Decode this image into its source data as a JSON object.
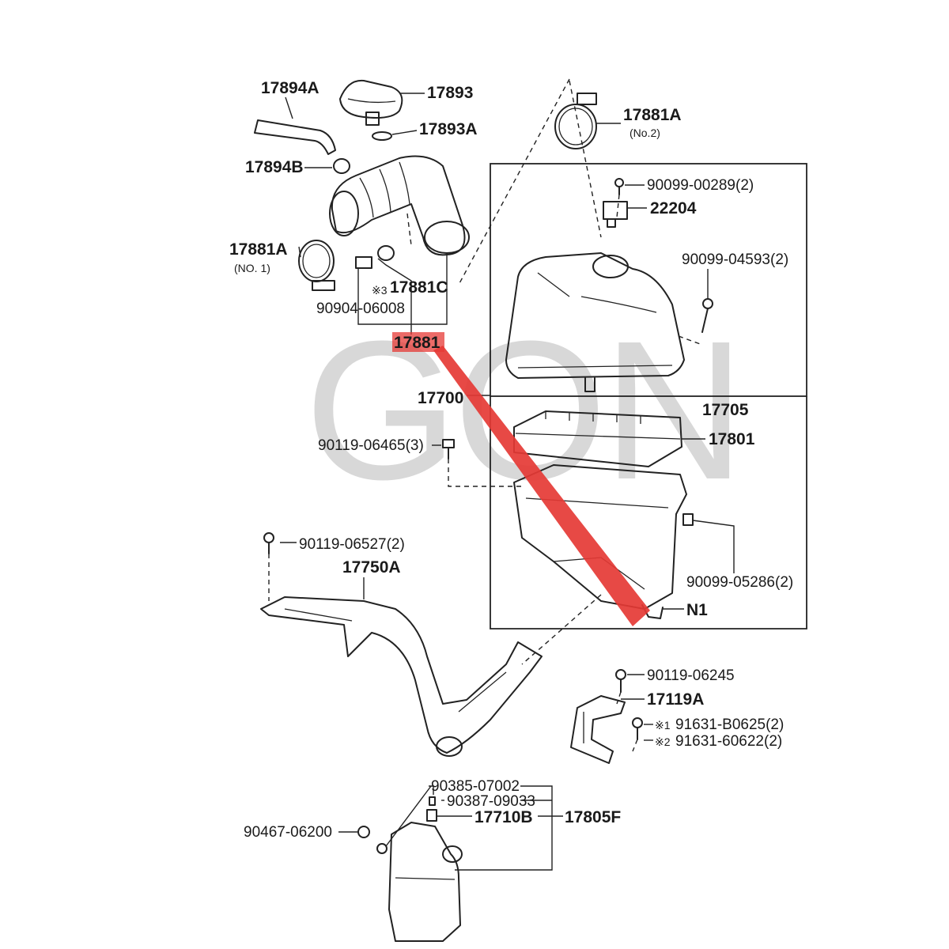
{
  "watermark": "GON",
  "highlight": {
    "part_number": "17881",
    "color": "#e53935"
  },
  "labels": {
    "p17894A": "17894A",
    "p17893": "17893",
    "p17893A": "17893A",
    "p17894B": "17894B",
    "p17881A_top": "17881A",
    "no2": "(No.2)",
    "p90099_00289": "90099-00289(2)",
    "p22204": "22204",
    "p17881A_left": "17881A",
    "no1": "(NO. 1)",
    "p90099_04593": "90099-04593(2)",
    "mark3": "※3",
    "p17881C": "17881C",
    "p90904_06008": "90904-06008",
    "p17700": "17700",
    "p17705": "17705",
    "p90119_06465": "90119-06465(3)",
    "p17801": "17801",
    "p90119_06527": "90119-06527(2)",
    "p17750A": "17750A",
    "p90099_05286": "90099-05286(2)",
    "pN1": "N1",
    "p90119_06245": "90119-06245",
    "p17119A": "17119A",
    "mark1": "※1",
    "p91631_B0625": "91631-B0625(2)",
    "mark2": "※2",
    "p91631_60622": "91631-60622(2)",
    "p90385_07002": "90385-07002",
    "p90387_09033": "90387-09033",
    "p17710B": "17710B",
    "p17805F": "17805F",
    "p90467_06200": "90467-06200"
  }
}
